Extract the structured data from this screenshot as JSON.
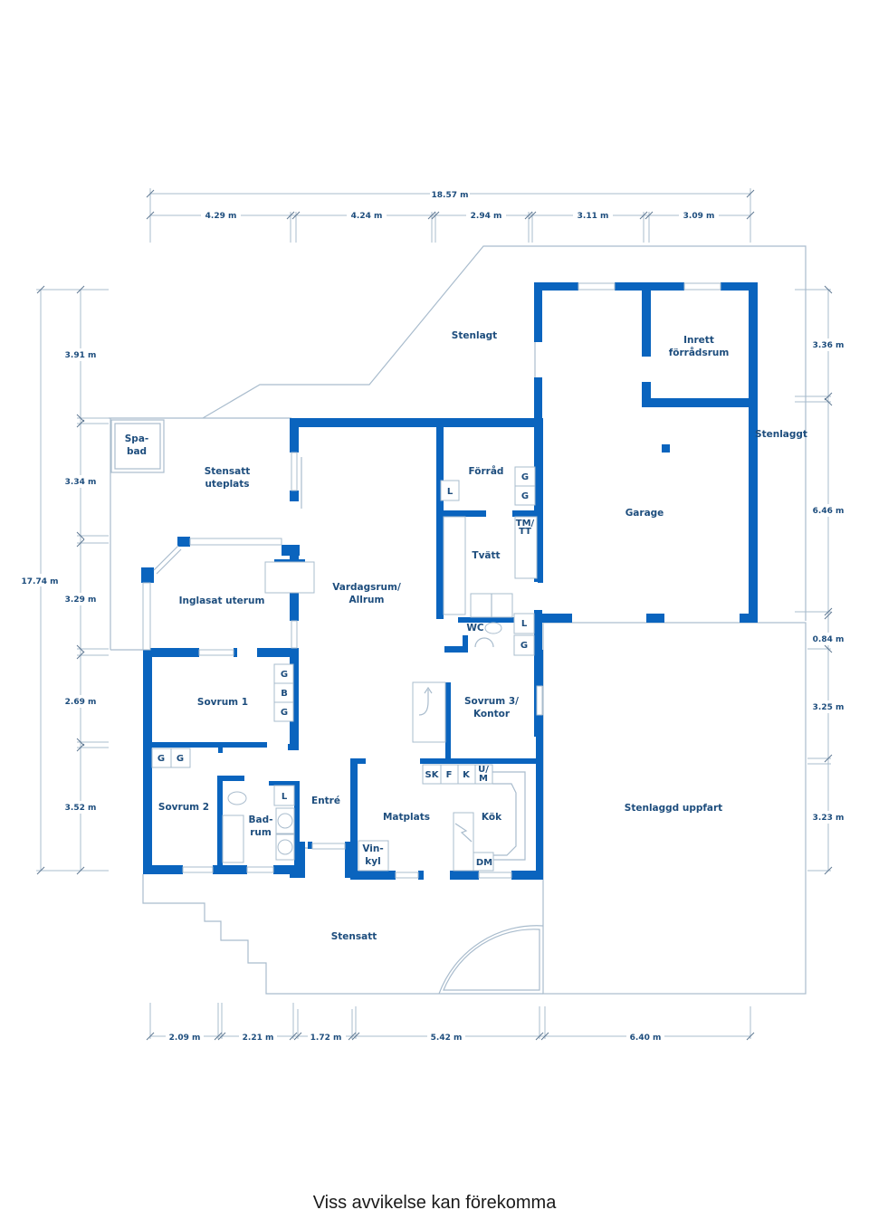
{
  "plan": {
    "rooms": {
      "stenlagt_top": "Stenlagt",
      "spa_1": "Spa-",
      "spa_2": "bad",
      "uteplats_1": "Stensatt",
      "uteplats_2": "uteplats",
      "inglasat": "Inglasat uterum",
      "vardagsrum_1": "Vardagsrum/",
      "vardagsrum_2": "Allrum",
      "forrad": "Förråd",
      "tvatt": "Tvätt",
      "wc": "WC",
      "garage": "Garage",
      "inrett_1": "Inrett",
      "inrett_2": "förrådsrum",
      "stenlaggt_side": "Stenlaggt",
      "sovrum1": "Sovrum 1",
      "sovrum2": "Sovrum 2",
      "badrum_1": "Bad-",
      "badrum_2": "rum",
      "entre": "Entré",
      "sovrum3_1": "Sovrum 3/",
      "sovrum3_2": "Kontor",
      "matplats": "Matplats",
      "kok": "Kök",
      "vinkyl_1": "Vin-",
      "vinkyl_2": "kyl",
      "stensatt": "Stensatt",
      "uppfart": "Stenlaggd uppfart"
    },
    "fixtures": {
      "forrad_L": "L",
      "forrad_G1": "G",
      "forrad_G2": "G",
      "tmtt_1": "TM/",
      "tmtt_2": "TT",
      "wc_L": "L",
      "wc_G": "G",
      "sov1_G1": "G",
      "sov1_B": "B",
      "sov1_G2": "G",
      "sov2_G1": "G",
      "sov2_G2": "G",
      "bad_L": "L",
      "kok_SK": "SK",
      "kok_F": "F",
      "kok_K": "K",
      "kok_UM_1": "U/",
      "kok_UM_2": "M",
      "kok_DM": "DM"
    },
    "dimensions": {
      "top_total": "18.57 m",
      "top": [
        "4.29 m",
        "4.24 m",
        "2.94 m",
        "3.11 m",
        "3.09 m"
      ],
      "left_total": "17.74 m",
      "left": [
        "3.91 m",
        "3.34 m",
        "3.29 m",
        "2.69 m",
        "3.52 m"
      ],
      "right": [
        "3.36 m",
        "6.46 m",
        "0.84 m",
        "3.25 m",
        "3.23 m"
      ],
      "bottom": [
        "2.09 m",
        "2.21 m",
        "1.72 m",
        "5.42 m",
        "6.40 m"
      ]
    },
    "colors": {
      "wall": "#0a64be",
      "label": "#1d4d7d",
      "outline": "#a9bccd"
    }
  },
  "footer": {
    "disclaimer": "Viss avvikelse kan förekomma"
  }
}
